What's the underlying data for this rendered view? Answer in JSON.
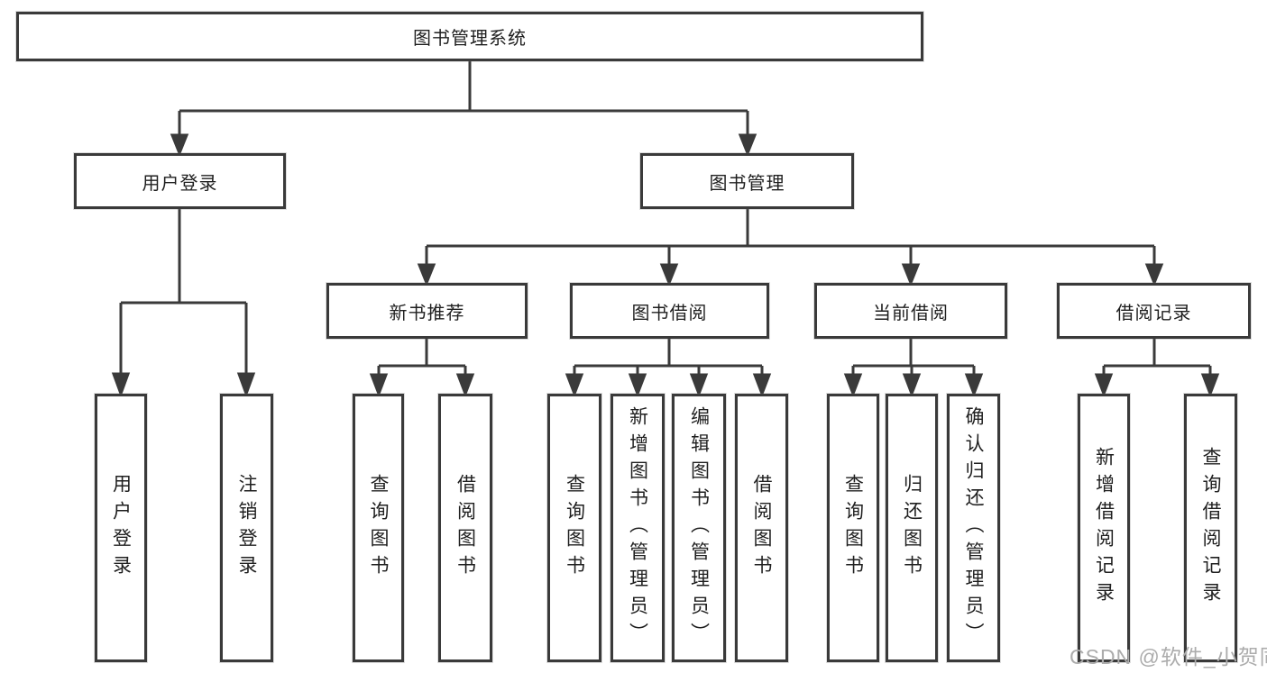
{
  "diagram": {
    "root": {
      "label": "图书管理系统"
    },
    "branches": [
      {
        "label": "用户登录",
        "children": [
          {
            "label": "用户登录"
          },
          {
            "label": "注销登录"
          }
        ]
      },
      {
        "label": "图书管理",
        "children": [
          {
            "label": "新书推荐",
            "children": [
              {
                "label": "查询图书"
              },
              {
                "label": "借阅图书"
              }
            ]
          },
          {
            "label": "图书借阅",
            "children": [
              {
                "label": "查询图书"
              },
              {
                "label": "新增图书（管理员）"
              },
              {
                "label": "编辑图书（管理员）"
              },
              {
                "label": "借阅图书"
              }
            ]
          },
          {
            "label": "当前借阅",
            "children": [
              {
                "label": "查询图书"
              },
              {
                "label": "归还图书"
              },
              {
                "label": "确认归还（管理员）"
              }
            ]
          },
          {
            "label": "借阅记录",
            "children": [
              {
                "label": "新增借阅记录"
              },
              {
                "label": "查询借阅记录"
              }
            ]
          }
        ]
      }
    ],
    "watermark": "CSDN @软件_小贺同学",
    "colors": {
      "line": "#3a3a3a",
      "text": "#1f1f1f",
      "background": "#ffffff",
      "watermark": "#acacac"
    }
  }
}
